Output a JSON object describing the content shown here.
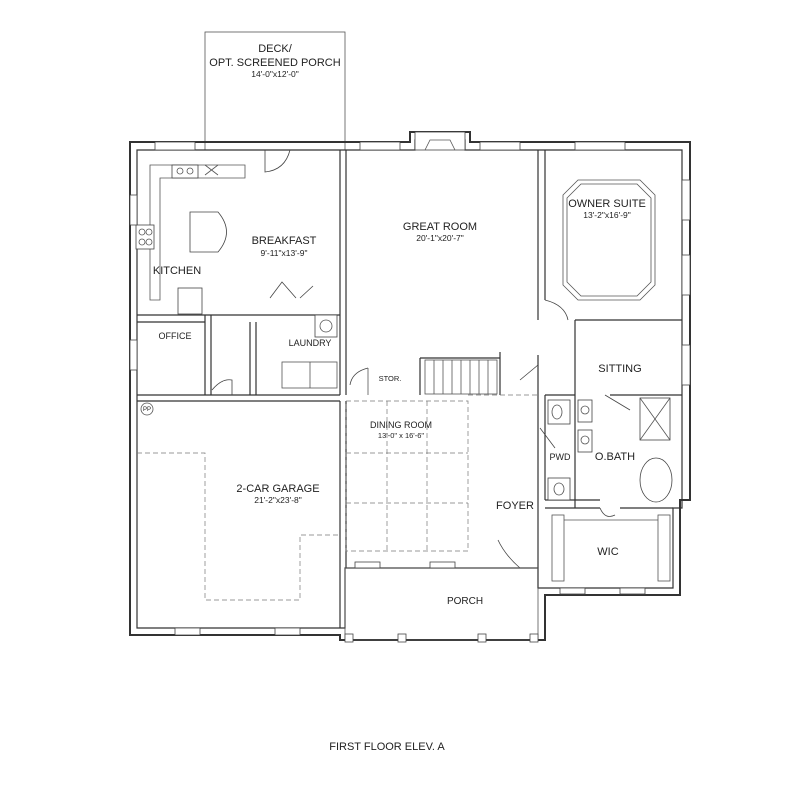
{
  "plan": {
    "caption": "FIRST FLOOR ELEV. A",
    "rooms": {
      "deck": {
        "label_1": "DECK/",
        "label_2": "OPT. SCREENED PORCH",
        "dims": "14'-0\"x12'-0\""
      },
      "breakfast": {
        "label": "BREAKFAST",
        "dims": "9'-11\"x13'-9\""
      },
      "kitchen": {
        "label": "KITCHEN"
      },
      "great_room": {
        "label": "GREAT ROOM",
        "dims": "20'-1\"x20'-7\""
      },
      "owner_suite": {
        "label": "OWNER SUITE",
        "dims": "13'-2\"x16'-9\""
      },
      "office": {
        "label": "OFFICE"
      },
      "laundry": {
        "label": "LAUNDRY"
      },
      "storage": {
        "label": "STOR."
      },
      "sitting": {
        "label": "SITTING"
      },
      "dining_room": {
        "label": "DINING ROOM",
        "dims": "13'-0\" x 16'-6\""
      },
      "pwd": {
        "label": "PWD"
      },
      "owner_bath": {
        "label": "O.BATH"
      },
      "garage": {
        "label": "2-CAR GARAGE",
        "dims": "21'-2\"x23'-8\""
      },
      "foyer": {
        "label": "FOYER"
      },
      "wic": {
        "label": "WIC"
      },
      "porch": {
        "label": "PORCH"
      }
    },
    "marker_pp": "PP"
  }
}
